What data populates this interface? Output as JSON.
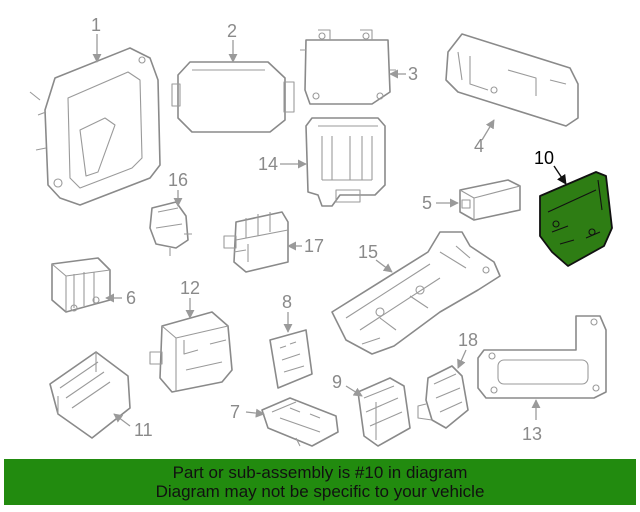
{
  "diagram": {
    "highlight_color": "#2e7d14",
    "callouts": [
      {
        "id": "1",
        "label": "1"
      },
      {
        "id": "2",
        "label": "2"
      },
      {
        "id": "3",
        "label": "3"
      },
      {
        "id": "4",
        "label": "4"
      },
      {
        "id": "5",
        "label": "5"
      },
      {
        "id": "6",
        "label": "6"
      },
      {
        "id": "7",
        "label": "7"
      },
      {
        "id": "8",
        "label": "8"
      },
      {
        "id": "9",
        "label": "9"
      },
      {
        "id": "10",
        "label": "10",
        "highlighted": true
      },
      {
        "id": "11",
        "label": "11"
      },
      {
        "id": "12",
        "label": "12"
      },
      {
        "id": "13",
        "label": "13"
      },
      {
        "id": "14",
        "label": "14"
      },
      {
        "id": "15",
        "label": "15"
      },
      {
        "id": "16",
        "label": "16"
      },
      {
        "id": "17",
        "label": "17"
      },
      {
        "id": "18",
        "label": "18"
      }
    ]
  },
  "banner": {
    "background": "#228b0f",
    "line1": "Part or sub-assembly is #10 in diagram",
    "line2": "Diagram may not be specific to your vehicle"
  }
}
